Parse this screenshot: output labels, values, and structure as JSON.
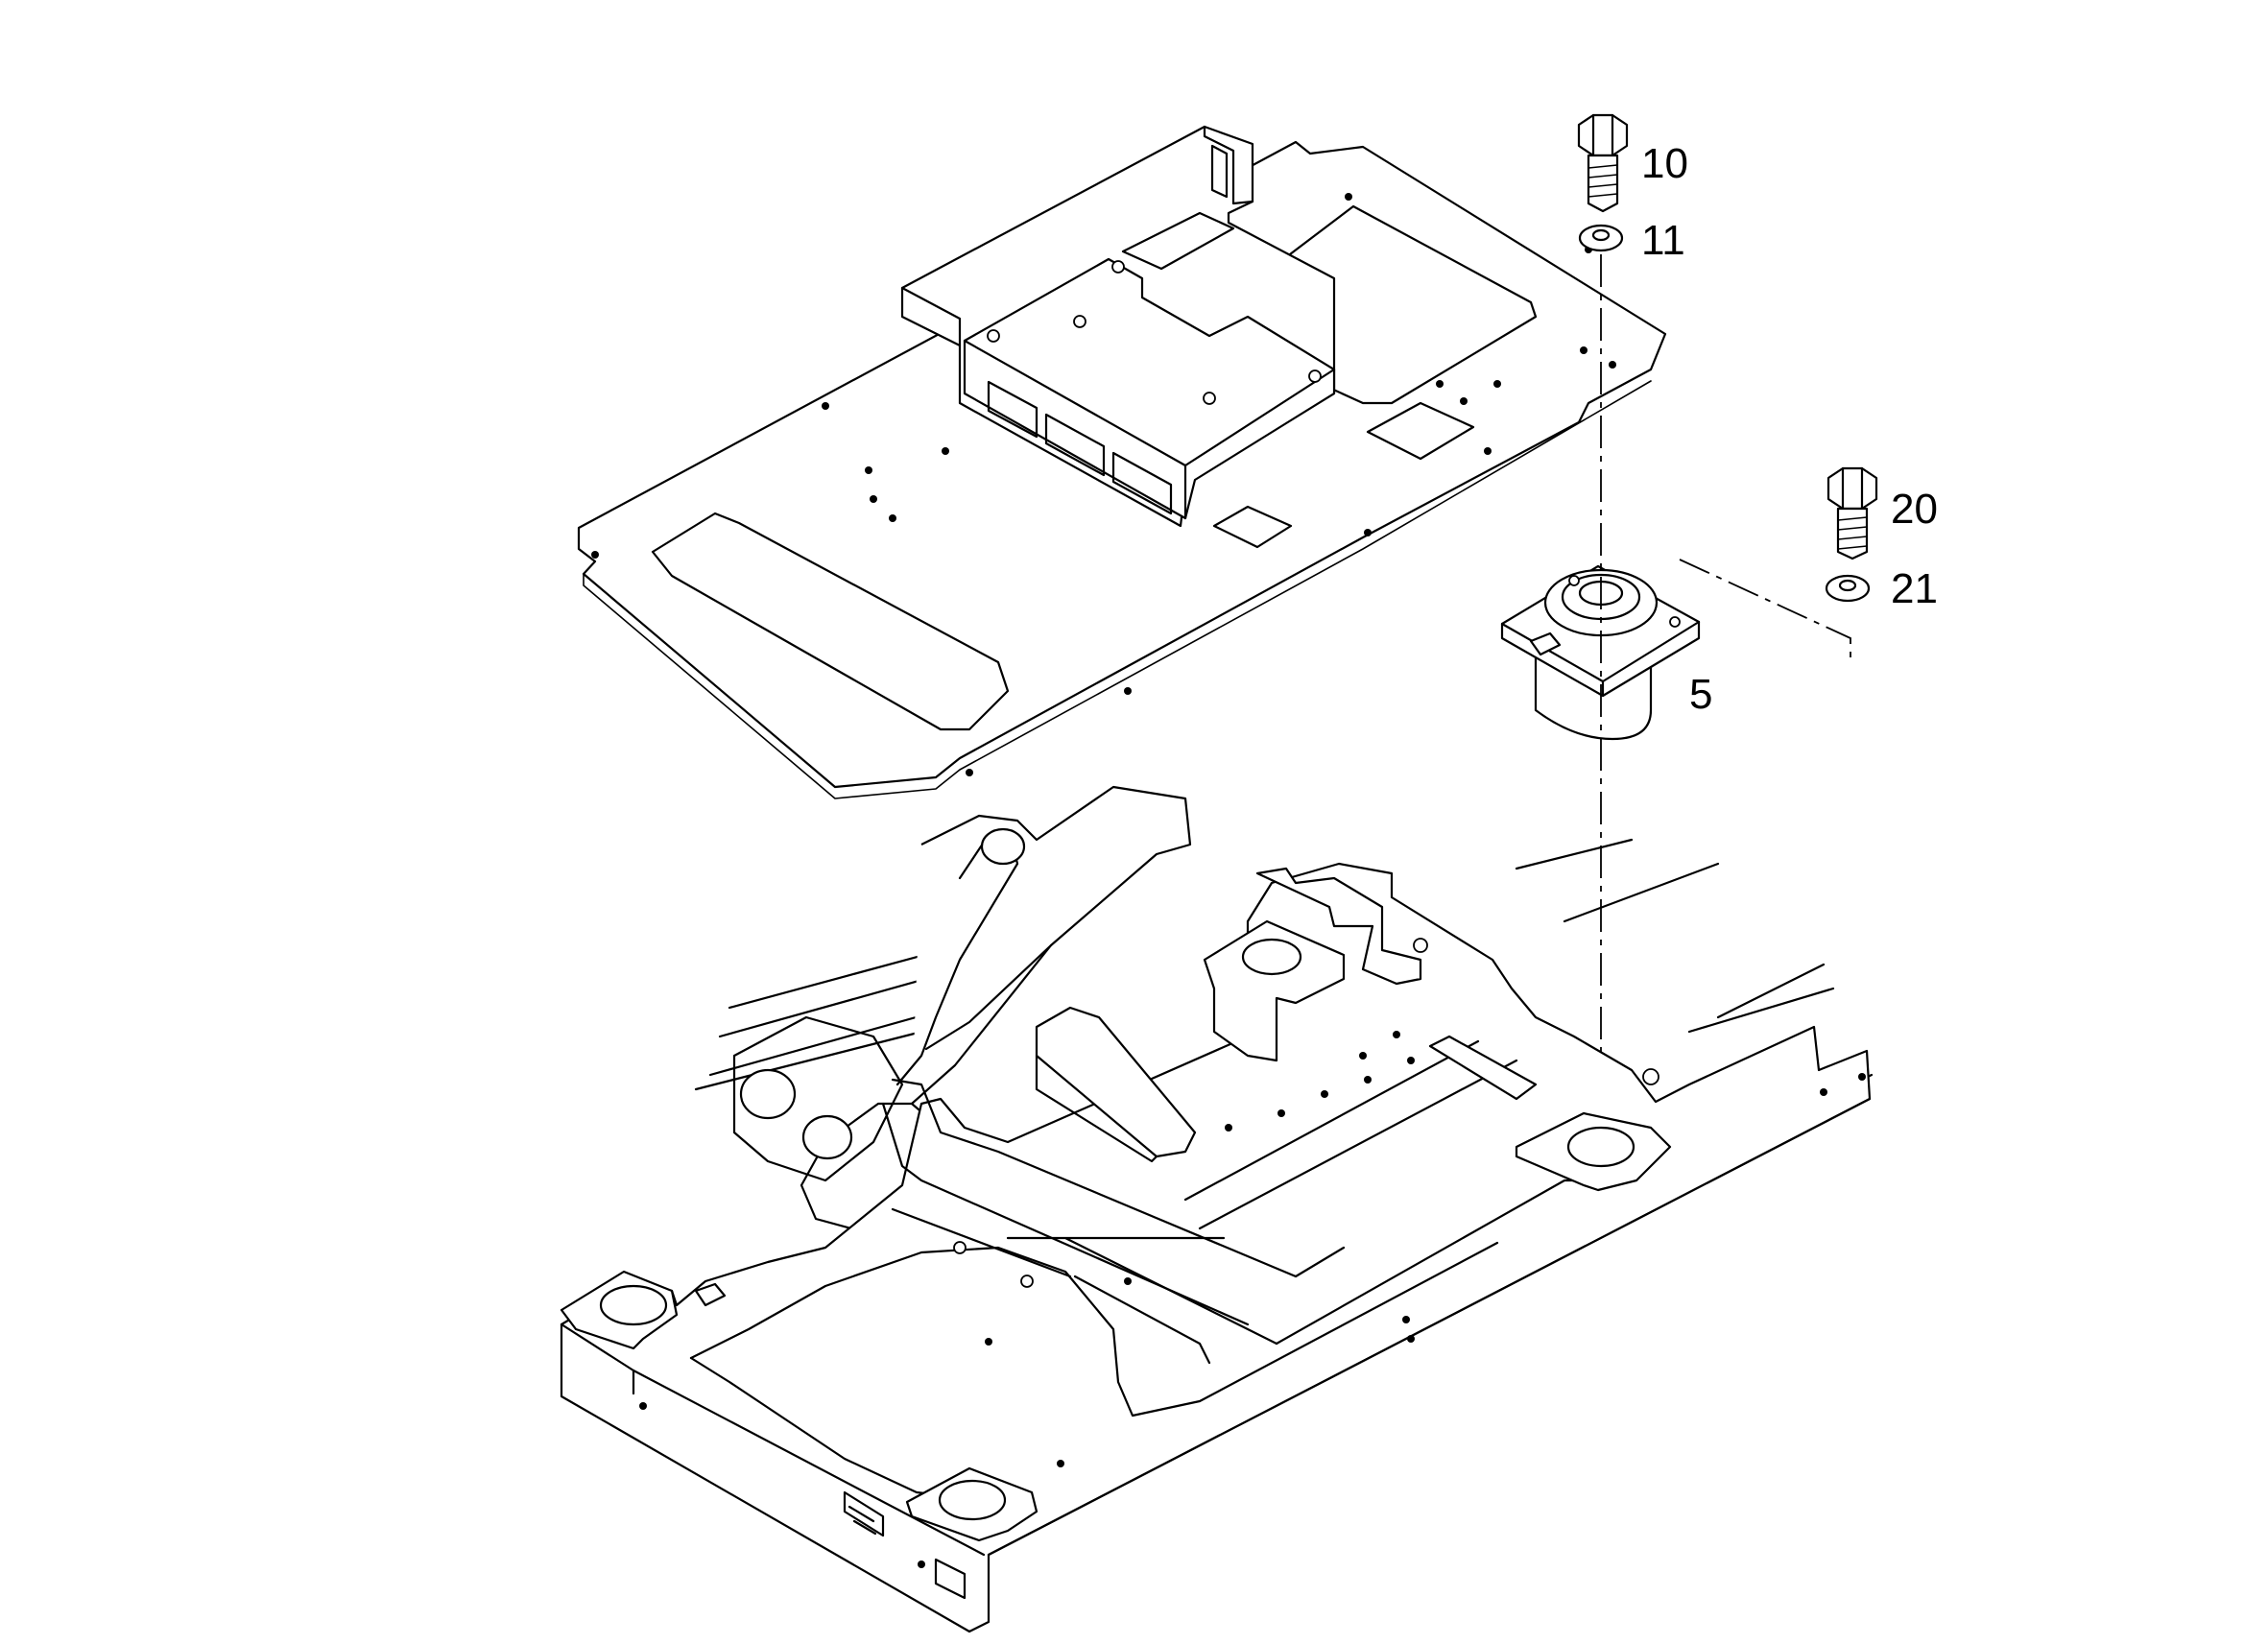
{
  "callouts": [
    {
      "id": "bolt-10",
      "label": "10"
    },
    {
      "id": "washer-11",
      "label": "11"
    },
    {
      "id": "bolt-20",
      "label": "20"
    },
    {
      "id": "washer-21",
      "label": "21"
    },
    {
      "id": "mount-5",
      "label": "5"
    }
  ]
}
